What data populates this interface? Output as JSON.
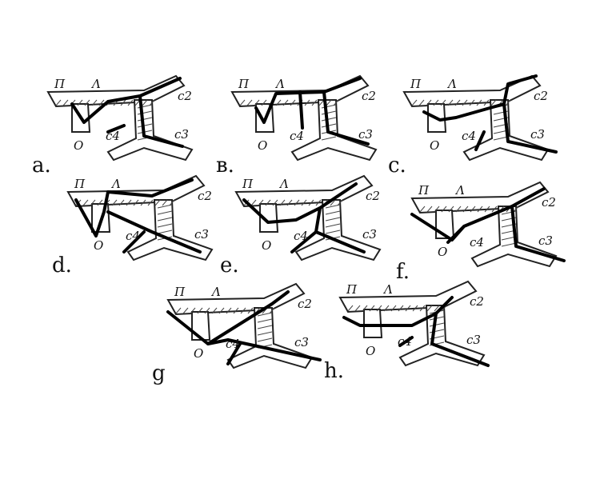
{
  "diagram": {
    "atom_labels": {
      "pi": "П",
      "lambda": "Λ",
      "c2": "c2",
      "c3": "c3",
      "c4": "c4",
      "o": "O"
    },
    "panels": [
      {
        "id": "a",
        "letter": "a."
      },
      {
        "id": "b",
        "letter": "в."
      },
      {
        "id": "c",
        "letter": "c."
      },
      {
        "id": "d",
        "letter": "d."
      },
      {
        "id": "e",
        "letter": "e."
      },
      {
        "id": "f",
        "letter": "f."
      },
      {
        "id": "g",
        "letter": "g"
      },
      {
        "id": "h",
        "letter": "h."
      }
    ]
  }
}
